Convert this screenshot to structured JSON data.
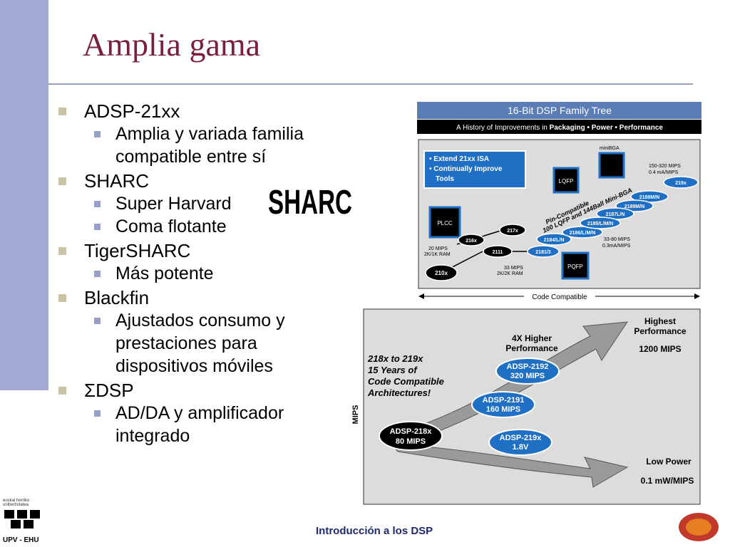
{
  "slide": {
    "title": "Amplia gama",
    "footer": "Introducción a los DSP"
  },
  "bullets": [
    {
      "label": "ADSP-21xx",
      "sub": [
        [
          "Amplia y variada familia",
          "compatible entre sí"
        ]
      ]
    },
    {
      "label": "SHARC",
      "sub": [
        [
          "Super Harvard"
        ],
        [
          "Coma flotante"
        ]
      ]
    },
    {
      "label": "TigerSHARC",
      "sub": [
        [
          "Más potente"
        ]
      ]
    },
    {
      "label": "Blackfin",
      "sub": [
        [
          "Ajustados consumo y",
          "prestaciones para",
          "dispositivos móviles"
        ]
      ]
    },
    {
      "label": "ΣDSP",
      "sub": [
        [
          "AD/DA y amplificador",
          "integrado"
        ]
      ]
    }
  ],
  "logos": {
    "sharc": "SHARC",
    "upv_small": "euskal herriko unibertsitatea",
    "upv_name": "UPV - EHU"
  },
  "tree": {
    "header": "16-Bit DSP Family Tree",
    "subheader_prefix": "A History of Improvements in ",
    "subheader_bold": "Packaging • Power • Performance",
    "box_line1": "• Extend 21xx ISA",
    "box_line2": "• Continually Improve",
    "box_line3": "Tools",
    "pkg_minibga": "miniBGA",
    "pkg_lqfp": "LQFP",
    "pkg_plcc": "PLCC",
    "pkg_pqfp": "PQFP",
    "mips_top1": "150-320 MIPS",
    "mips_top2": "0.4 mA/MIPS",
    "diag1": "Pin-Compatible",
    "diag2": "100 LQFP and 144Ball Mini-BGA",
    "mips_mid1": "33-80 MIPS",
    "mips_mid2": "0.3mA/MIPS",
    "mips_left1": "20 MIPS",
    "mips_left2": "2K/1K RAM",
    "mips_bot1": "33 MIPS",
    "mips_bot2": "2K/2K RAM",
    "footer_label": "Code Compatible",
    "chips": {
      "c219x": "219x",
      "c2188": "2188M/N",
      "c2189": "2189M/N",
      "c2187": "2187L/N",
      "c2186": "2186/L/M/N",
      "c2185": "2185/L/M/N",
      "c2184": "2184/L/N",
      "c2181": "2181/3",
      "c216x": "216x",
      "c217x": "217x",
      "c2111": "2111",
      "c210x": "210x"
    }
  },
  "perf": {
    "axis": "MIPS",
    "italic1": "218x to 219x",
    "italic2": "15 Years of",
    "italic3": "Code Compatible",
    "italic4": "Architectures!",
    "x4_1": "4X Higher",
    "x4_2": "Performance",
    "hp1": "Highest",
    "hp2": "Performance",
    "hp3": "1200 MIPS",
    "lp1": "Low Power",
    "lp2": "0.1 mW/MIPS",
    "e2192a": "ADSP-2192",
    "e2192b": "320 MIPS",
    "e2191a": "ADSP-2191",
    "e2191b": "160 MIPS",
    "e218a": "ADSP-218x",
    "e218b": "80 MIPS",
    "e219a": "ADSP-219x",
    "e219b": "1.8V"
  },
  "colors": {
    "title": "#7a1f3d",
    "sidebar": "#a3abd4",
    "tree_header": "#5b7db5",
    "chip_blue": "#1f6fc4",
    "chip_dark": "#000000"
  }
}
